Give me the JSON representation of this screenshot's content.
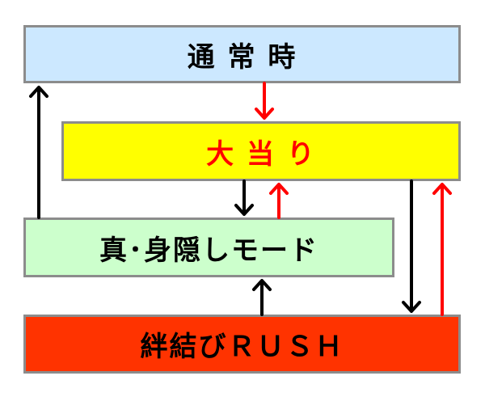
{
  "diagram": {
    "nodes": [
      {
        "id": "normal",
        "label": "通 常 時",
        "fill": "#cce8ff",
        "text_color": "#000000"
      },
      {
        "id": "jackpot",
        "label": "大 当 り",
        "fill": "#ffff00",
        "text_color": "#ff0000"
      },
      {
        "id": "hidden",
        "label": "真･身隠しモード",
        "fill": "#ccffcc",
        "text_color": "#000000"
      },
      {
        "id": "rush",
        "label": "絆結びＲＵＳＨ",
        "fill": "#ff3300",
        "text_color": "#000000"
      }
    ],
    "edges": [
      {
        "from": "normal",
        "to": "jackpot",
        "color": "#ff0000"
      },
      {
        "from": "jackpot",
        "to": "hidden",
        "color": "#000000"
      },
      {
        "from": "hidden",
        "to": "jackpot",
        "color": "#ff0000"
      },
      {
        "from": "hidden",
        "to": "normal",
        "color": "#000000"
      },
      {
        "from": "rush",
        "to": "hidden",
        "color": "#000000"
      },
      {
        "from": "jackpot",
        "to": "rush",
        "color": "#000000"
      },
      {
        "from": "rush",
        "to": "jackpot",
        "color": "#ff0000"
      }
    ]
  }
}
